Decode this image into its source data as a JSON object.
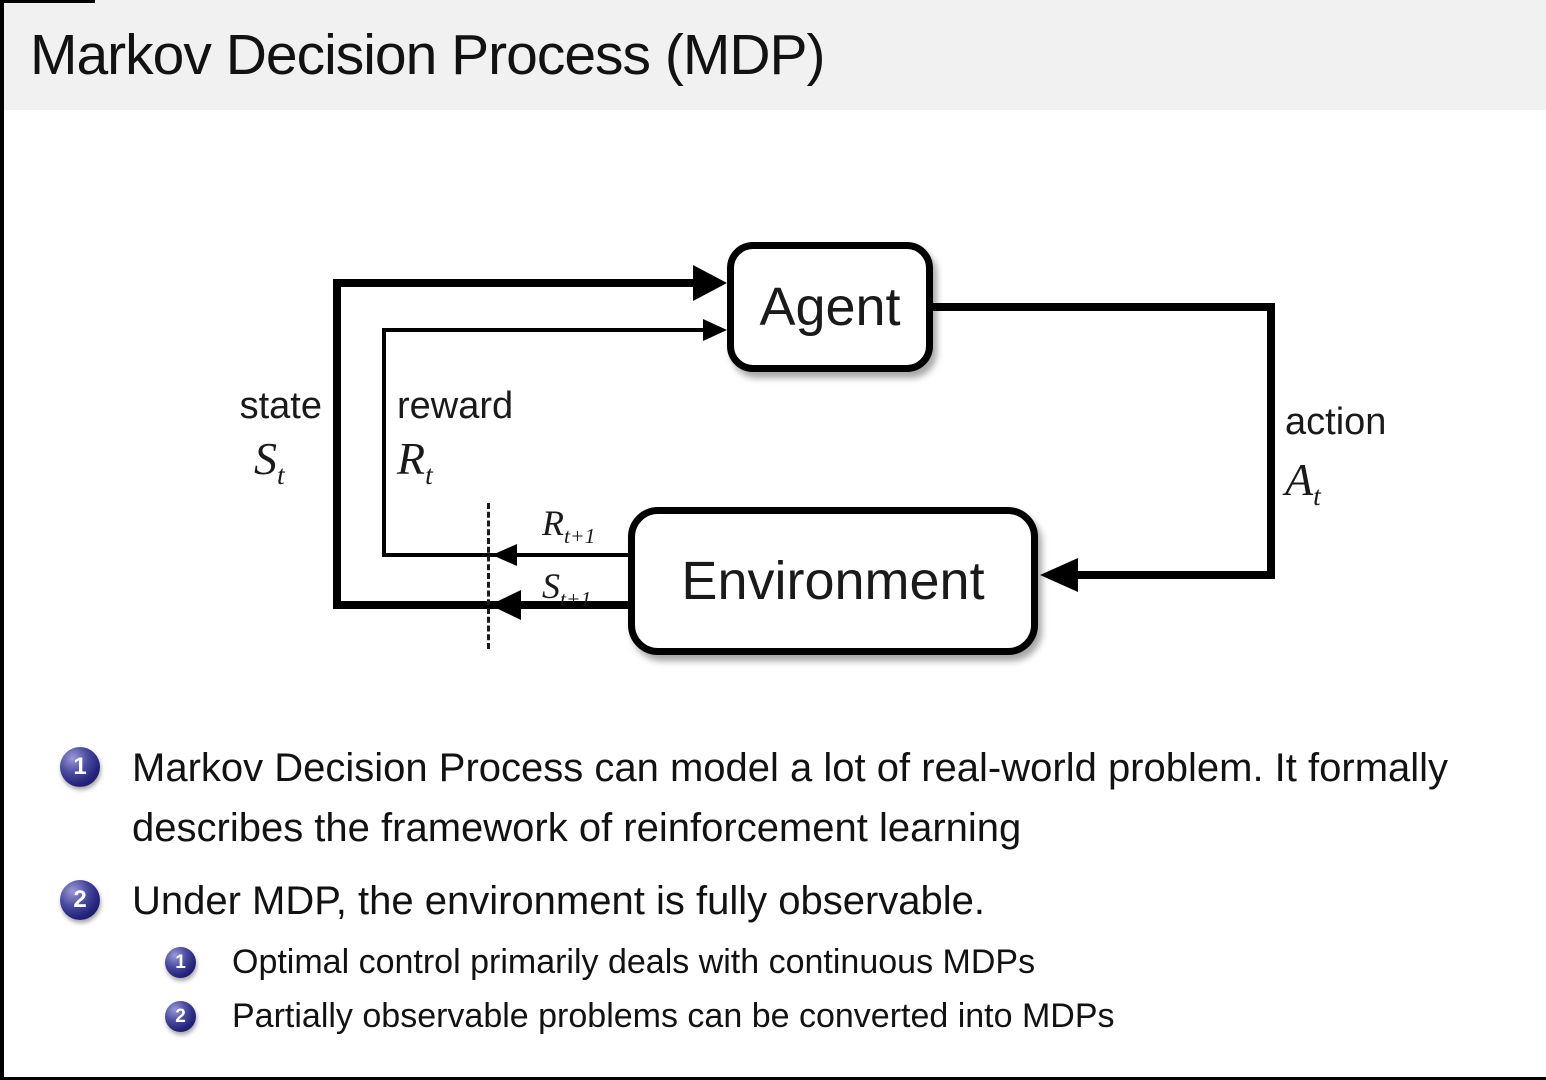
{
  "title": "Markov Decision Process (MDP)",
  "colors": {
    "header_bg": "#f1f1f1",
    "badge_navy": "#23237a",
    "line": "#000000",
    "text": "#121212"
  },
  "diagram": {
    "nodes": {
      "agent": "Agent",
      "environment": "Environment"
    },
    "labels": {
      "state": {
        "word": "state",
        "base": "S",
        "sub": "t"
      },
      "reward": {
        "word": "reward",
        "base": "R",
        "sub": "t"
      },
      "action": {
        "word": "action",
        "base": "A",
        "sub": "t"
      },
      "next_reward": {
        "base": "R",
        "sub": "t+1"
      },
      "next_state": {
        "base": "S",
        "sub": "t+1"
      }
    }
  },
  "bullets": [
    {
      "num": "1",
      "text": "Markov Decision Process can model a lot of real-world problem. It formally describes the framework of reinforcement learning"
    },
    {
      "num": "2",
      "text": "Under MDP, the environment is fully observable.",
      "sub": [
        {
          "num": "1",
          "text": "Optimal control primarily deals with continuous MDPs"
        },
        {
          "num": "2",
          "text": "Partially observable problems can be converted into MDPs"
        }
      ]
    }
  ]
}
